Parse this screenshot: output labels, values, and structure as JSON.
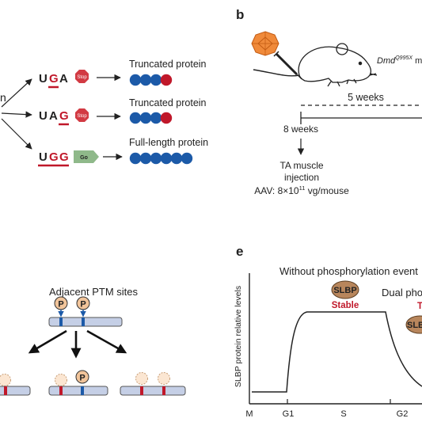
{
  "panels": {
    "a": {
      "left_label": "n",
      "rows": [
        {
          "codon": [
            "U",
            "G",
            "A"
          ],
          "highlight": 1,
          "signal": "Stop",
          "result": "Truncated protein",
          "beads": 3,
          "end": "red"
        },
        {
          "codon": [
            "U",
            "A",
            "G"
          ],
          "highlight": 2,
          "signal": "Stop",
          "result": "Truncated protein",
          "beads": 3,
          "end": "red"
        },
        {
          "codon": [
            "U",
            "G",
            "G"
          ],
          "highlight": 1,
          "signal": "Go",
          "result": "Full-length protein",
          "beads": 6,
          "end": "blue"
        }
      ]
    },
    "b": {
      "letter": "b",
      "model": "Dmd",
      "model_sup": "Q995X",
      "model_suffix": " mo",
      "duration": "5 weeks",
      "age": "8 weeks",
      "procedure_line1": "TA muscle",
      "procedure_line2": "injection",
      "dose_prefix": "AAV: 8×10",
      "dose_exp": "11",
      "dose_suffix": " vg/mouse"
    },
    "d": {
      "title": "Adjacent PTM sites",
      "phospho_symbol": "P"
    },
    "e": {
      "letter": "e",
      "title": "Without phosphorylation event",
      "ylabel": "SLBP protein relative levels",
      "protein": "SLBP",
      "state": "Stable",
      "right_title": "Dual phos",
      "right_partial_state": "T",
      "right_partial_protein": "SLB",
      "phases": [
        "M",
        "G1",
        "S",
        "G2"
      ]
    }
  },
  "colors": {
    "bead_blue": "#1c5aa8",
    "bead_red": "#c0182a",
    "stop_red": "#d23a43",
    "go_green": "#8fb98a",
    "slbp_brown": "#b8865c",
    "membrane": "#c5cfe6",
    "p_orange": "#f1c49a"
  }
}
